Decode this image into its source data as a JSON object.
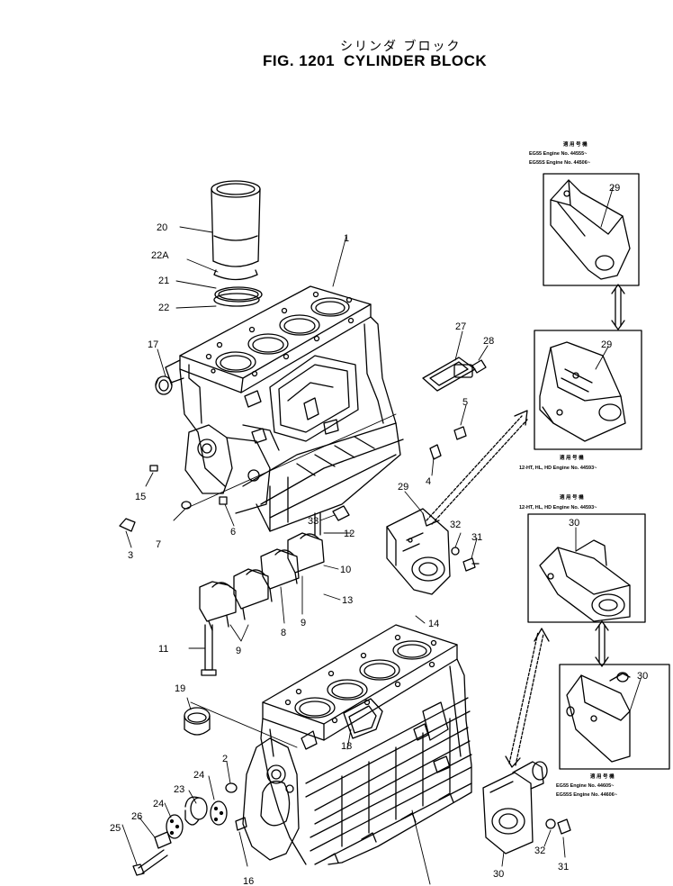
{
  "title": {
    "japanese": "シリンダ ブロック",
    "fig": "FIG. 1201",
    "name": "CYLINDER BLOCK"
  },
  "callouts": [
    "1",
    "1",
    "2",
    "3",
    "4",
    "5",
    "6",
    "7",
    "8",
    "8",
    "9",
    "9",
    "10",
    "11",
    "12",
    "13",
    "14",
    "15",
    "16",
    "17",
    "18",
    "19",
    "20",
    "21",
    "22",
    "22A",
    "23",
    "24",
    "24",
    "25",
    "26",
    "27",
    "28",
    "29",
    "29",
    "29",
    "30",
    "30",
    "30",
    "31",
    "31",
    "32",
    "32",
    "33"
  ],
  "boxes": {
    "b29top": {
      "caption": [
        "適 用 号 機",
        "EG55  Engine  No. 44555~",
        "EG55S  Engine  No. 44506~"
      ]
    },
    "b29mid": {
      "caption": [
        "適 用 号 機",
        "12-HT, HL, HD  Engine  No. 44593~"
      ]
    },
    "b30mid": {
      "caption": [
        "適 用 号 機",
        "12-HT, HL, HD  Engine  No. 44593~"
      ]
    },
    "b30bot": {
      "caption": [
        "適 用 号 機",
        "EG55  Engine  No. 44605~",
        "EG55S  Engine  No. 44606~"
      ]
    }
  }
}
